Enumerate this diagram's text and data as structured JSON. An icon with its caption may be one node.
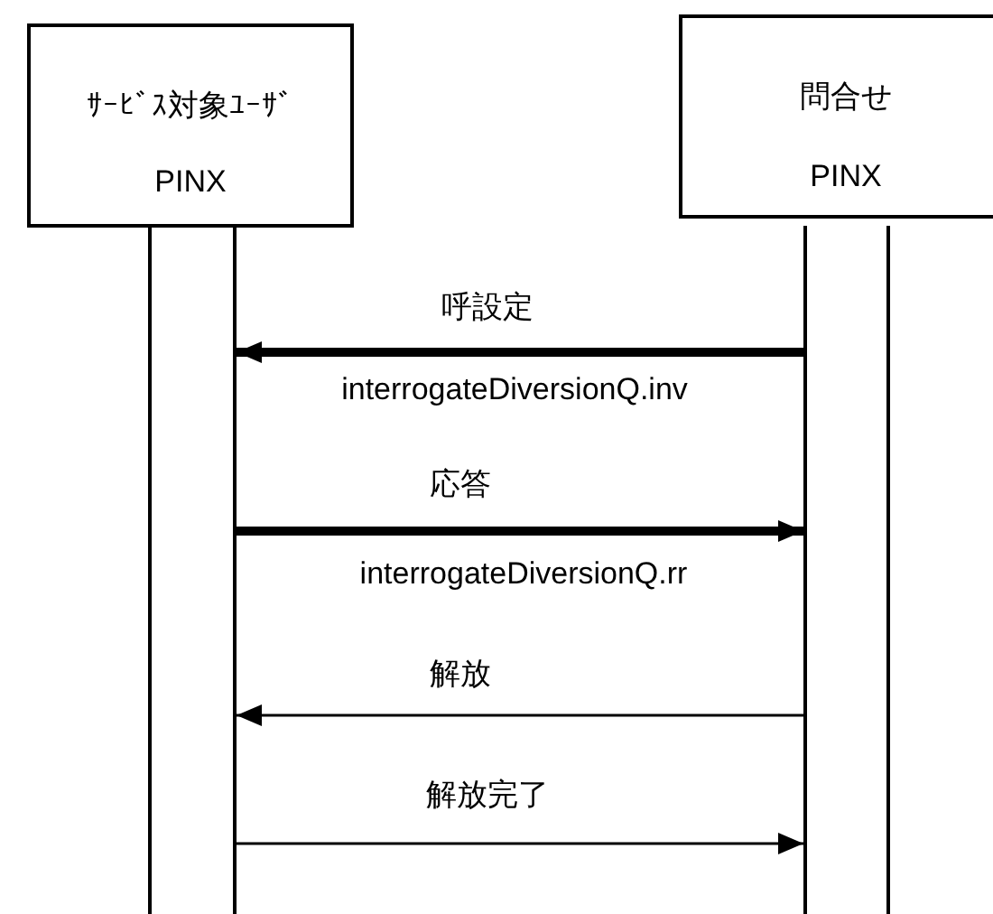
{
  "diagram": {
    "nodes": [
      {
        "text": [
          "ｻｰﾋﾞｽ対象ﾕｰｻﾞ",
          "PINX"
        ]
      },
      {
        "text": [
          "問合せ",
          "PINX"
        ]
      },
      {
        "text": [],
        "shape": "bar"
      },
      {
        "text": [],
        "shape": "bar"
      }
    ],
    "edges": [
      {
        "from": 3,
        "to": 2,
        "arrow": "to",
        "label": "呼設定",
        "style": "thick"
      },
      {
        "from": 2,
        "to": 3,
        "arrow": "to",
        "label": "応答",
        "style": "thick"
      },
      {
        "from": 3,
        "to": 2,
        "arrow": "to",
        "label": "解放"
      },
      {
        "from": 2,
        "to": 3,
        "arrow": "to",
        "label": "解放完了"
      }
    ],
    "labels": [
      "interrogateDiversionQ.inv",
      "interrogateDiversionQ.rr"
    ]
  }
}
